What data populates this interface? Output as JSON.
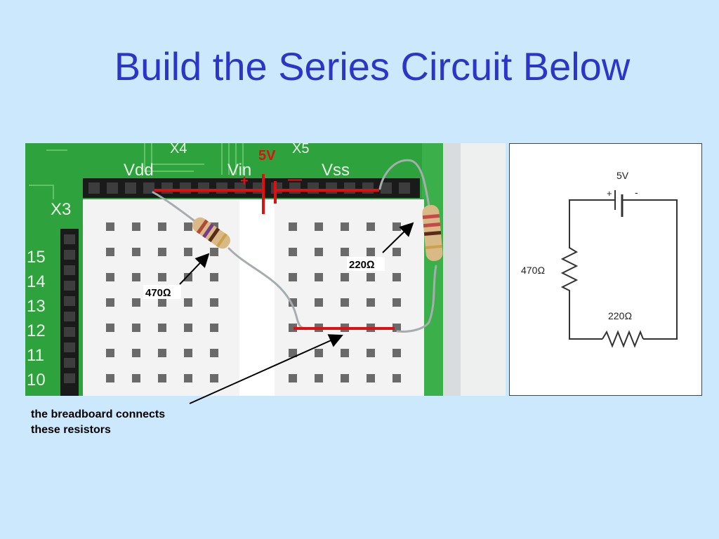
{
  "slide": {
    "title": "Build the Series Circuit Below",
    "caption_line1": "the breadboard connects",
    "caption_line2": "these resistors"
  },
  "photo": {
    "board_labels": {
      "vdd": "Vdd",
      "vin": "Vin",
      "vss": "Vss",
      "x3": "X3",
      "x4": "X4",
      "x5": "X5"
    },
    "row_numbers": [
      "15",
      "14",
      "13",
      "12",
      "11",
      "10"
    ],
    "battery_label": "5V",
    "plus": "+",
    "minus": "—",
    "resistor_470_label": "470Ω",
    "resistor_220_label": "220Ω"
  },
  "schematic": {
    "voltage": "5V",
    "plus": "+",
    "minus": "-",
    "r1": "470Ω",
    "r2": "220Ω"
  },
  "colors": {
    "title": "#2b35c8",
    "background": "#cce8fc",
    "pcb": "#2ea23c",
    "annotation_red": "#e01010"
  }
}
